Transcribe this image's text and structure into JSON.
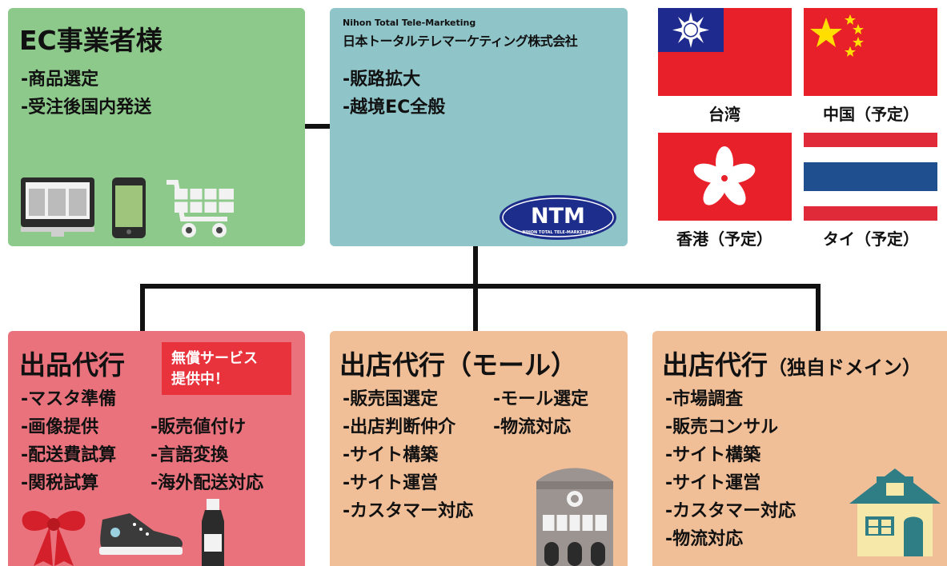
{
  "ec_box": {
    "title": "EC事業者様",
    "items": [
      "-商品選定",
      "-受注後国内発送"
    ]
  },
  "ntm_box": {
    "company_en": "Nihon Total Tele-Marketing",
    "company_jp": "日本トータルテレマーケティング株式会社",
    "items": [
      "-販路拡大",
      "-越境EC全般"
    ],
    "logo_text": "NTM",
    "logo_sub": "NIHON TOTAL TELE-MARKETING"
  },
  "countries": [
    {
      "label": "台湾",
      "flag_icon": "taiwan-flag"
    },
    {
      "label": "中国（予定）",
      "flag_icon": "china-flag"
    },
    {
      "label": "香港（予定）",
      "flag_icon": "hongkong-flag"
    },
    {
      "label": "タイ（予定）",
      "flag_icon": "thailand-flag"
    }
  ],
  "listing_box": {
    "title": "出品代行",
    "badge": [
      "無償サービス",
      "提供中！"
    ],
    "col1": [
      "-マスタ準備",
      "-画像提供",
      "-配送費試算",
      "-関税試算"
    ],
    "col2": [
      "-販売値付け",
      "-言語変換",
      "-海外配送対応"
    ]
  },
  "mall_box": {
    "title": "出店代行（モール）",
    "col1": [
      "-販売国選定",
      "-出店判断仲介",
      "-サイト構築",
      "-サイト運営",
      "-カスタマー対応"
    ],
    "col2": [
      "-モール選定",
      "-物流対応"
    ]
  },
  "domain_box": {
    "title_main": "出店代行",
    "title_sub": "（独自ドメイン）",
    "items": [
      "-市場調査",
      "-販売コンサル",
      "-サイト構築",
      "-サイト運営",
      "-カスタマー対応",
      "-物流対応"
    ]
  },
  "colors": {
    "green": "#8ec98c",
    "teal": "#8fc4c8",
    "pink": "#e9727d",
    "peach": "#f0be97",
    "red_badge": "#e8323c"
  }
}
